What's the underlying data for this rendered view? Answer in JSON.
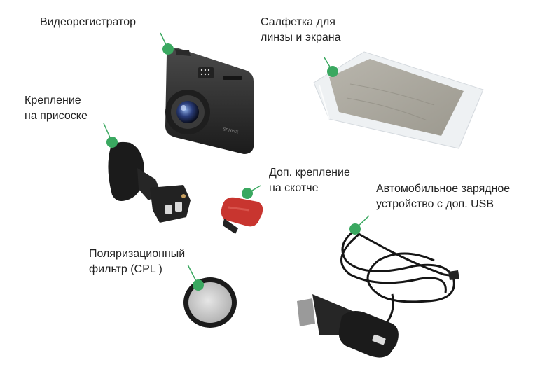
{
  "labels": {
    "dashcam": [
      "Видеорегистратор"
    ],
    "cloth": [
      "Салфетка для",
      "линзы и экрана"
    ],
    "suction_mount": [
      "Крепление",
      "на присоске"
    ],
    "tape_mount": [
      "Доп. крепление",
      "на скотче"
    ],
    "charger": [
      "Автомобильное зарядное",
      "устройство с доп. USB"
    ],
    "cpl_filter": [
      "Поляризационный",
      "фильтр (CPL )"
    ]
  },
  "colors": {
    "accent": "#3aa860",
    "leader": "#3aa860",
    "text": "#222222"
  },
  "icons": {
    "dashcam": "dashcam-icon",
    "cloth": "cleaning-cloth-icon",
    "suction_mount": "suction-mount-icon",
    "tape_mount": "tape-mount-icon",
    "charger": "car-charger-icon",
    "cpl_filter": "cpl-filter-icon"
  }
}
